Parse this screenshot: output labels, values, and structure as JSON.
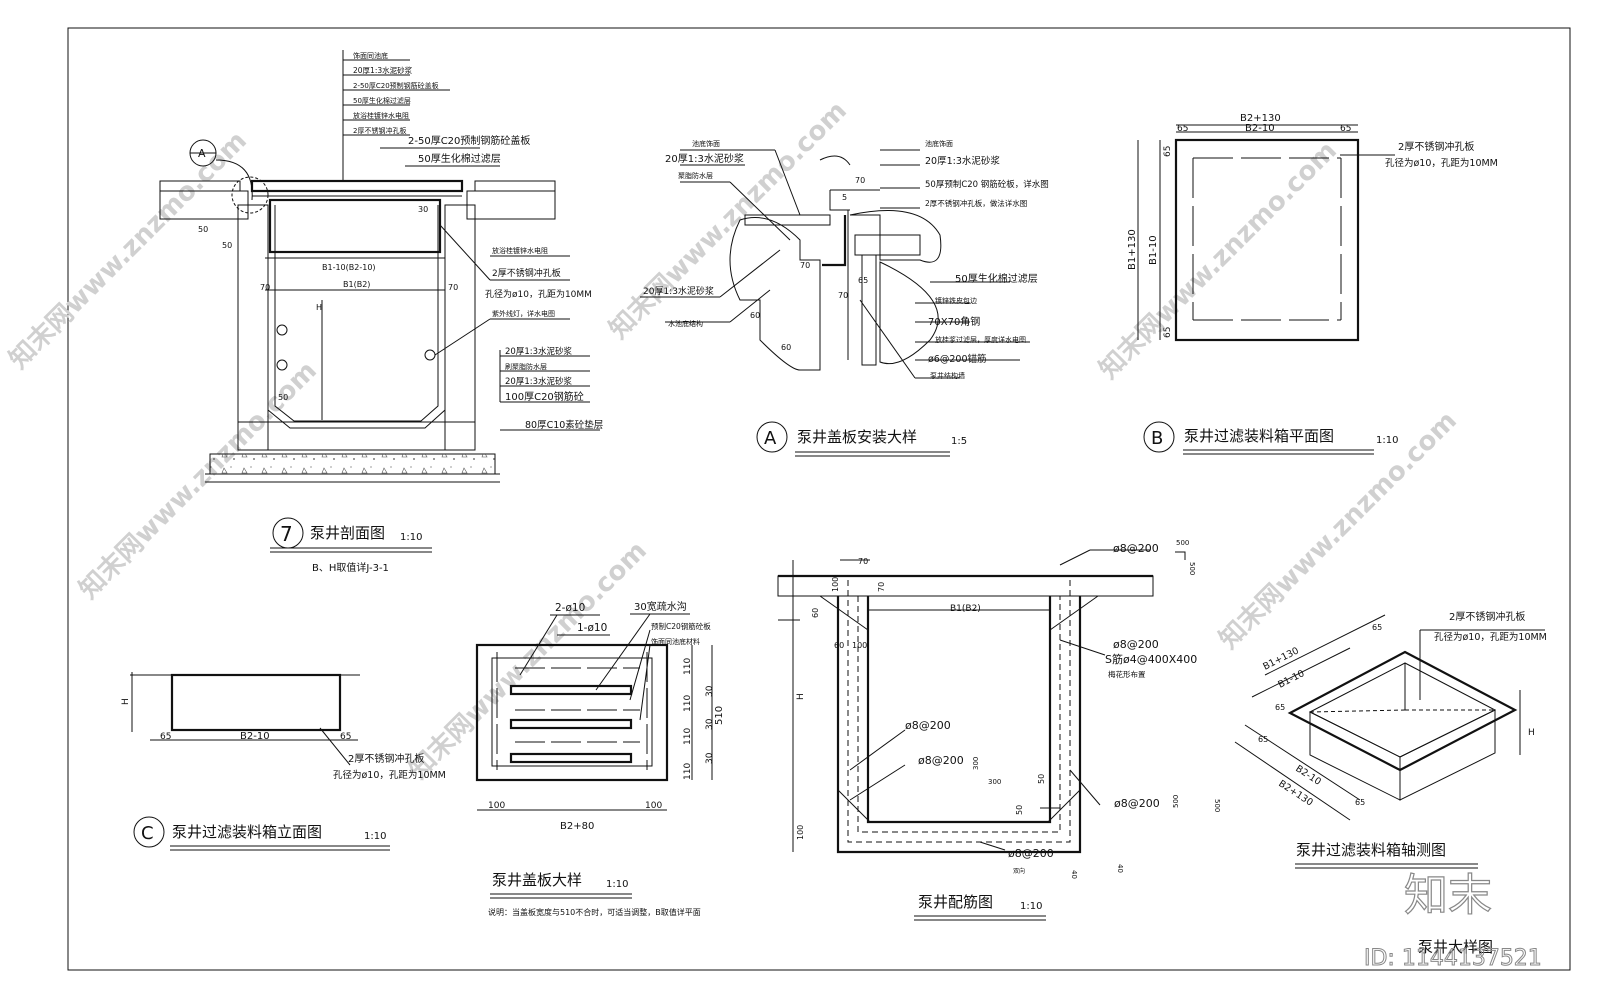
{
  "sheet": {
    "title_stamp": "泵井大样图",
    "id_label": "ID: 1144137521",
    "logo_text": "知末",
    "watermark": "知末网www.znzmo.com"
  },
  "views": {
    "section7": {
      "marker": "7",
      "title": "泵井剖面图",
      "scale": "1:10",
      "note": "B、H取值详J-3-1",
      "detail_ref": "A",
      "layers_top": [
        "饰面同池底",
        "20厚1:3水泥砂浆",
        "2-50厚C20预制钢筋砼盖板",
        "50厚生化棉过滤层",
        "放浴桂镀锌水电阻",
        "2厚不锈钢冲孔板"
      ],
      "labels": {
        "cover": "2-50厚C20预制钢筋砼盖板",
        "filter": "50厚生化棉过滤层",
        "pipe": "放浴桂镀锌水电阻",
        "plate": "2厚不锈钢冲孔板",
        "hole": "孔径为ø10，孔距为10MM",
        "uv": "紫外线灯，详水电图",
        "mortar1": "20厚1:3水泥砂浆",
        "waterproof": "刷聚脂防水层",
        "mortar2": "20厚1:3水泥砂浆",
        "concrete": "100厚C20钢筋砼",
        "base": "80厚C10素砼垫层",
        "b1": "B1-10(B2-10)",
        "b": "B1(B2)",
        "h": "H",
        "d70a": "70",
        "d70b": "70",
        "d50a": "50",
        "d50b": "50",
        "d50c": "50",
        "d30": "30"
      }
    },
    "detailA": {
      "marker": "A",
      "title": "泵井盖板安装大样",
      "scale": "1:5",
      "labels": {
        "finish_l": "池底饰面",
        "mortar_l": "20厚1:3水泥砂浆",
        "wp_l": "聚脂防水层",
        "mortar_l2": "20厚1:3水泥砂浆",
        "struct_l": "水池底结构",
        "finish_r": "池底饰面",
        "mortar_r": "20厚1:3水泥砂浆",
        "cover_r": "50厚预制C20 钢筋砼板，详水图",
        "plate_r": "2厚不锈钢冲孔板，做法详水图",
        "filter_r": "50厚生化棉过滤层",
        "wrap_r": "镀锌铁皮包边",
        "angle_r": "70X70角钢",
        "pipe_r": "放桂浆过滤层，厚度详水电图",
        "anchor_r": "ø6@200锚筋",
        "wall_r": "泵井结构墙",
        "d5": "5",
        "d70": "70",
        "d70b": "70",
        "d65": "65",
        "d60": "60",
        "d60b": "60",
        "d70c": "70"
      }
    },
    "planB": {
      "marker": "B",
      "title": "泵井过滤装料箱平面图",
      "scale": "1:10",
      "labels": {
        "top_outer": "B2+130",
        "top_inner": "B2-10",
        "d65a": "65",
        "d65b": "65",
        "d65c": "65",
        "d65d": "65",
        "side_outer": "B1+130",
        "side_inner": "B1-10",
        "plate": "2厚不锈钢冲孔板",
        "hole": "孔径为ø10，孔距为10MM"
      }
    },
    "elevC": {
      "marker": "C",
      "title": "泵井过滤装料箱立面图",
      "scale": "1:10",
      "labels": {
        "h": "H",
        "d65a": "65",
        "d65b": "65",
        "inner": "B2-10",
        "plate": "2厚不锈钢冲孔板",
        "hole": "孔径为ø10，孔距为10MM"
      }
    },
    "cover": {
      "title": "泵井盖板大样",
      "scale": "1:10",
      "note": "说明：当盖板宽度与510不合时，可适当调整，B取值详平面",
      "labels": {
        "r1": "2-ø10",
        "r2": "1-ø10",
        "slot": "30宽疏水沟",
        "concrete": "预制C20钢筋砼板",
        "finish": "饰面同池底材料",
        "d110a": "110",
        "d30a": "30",
        "d110b": "110",
        "d30b": "30",
        "d110c": "110",
        "d30c": "30",
        "d110d": "110",
        "d510": "510",
        "d100a": "100",
        "d100b": "100",
        "width": "B2+80"
      }
    },
    "rebar": {
      "title": "泵井配筋图",
      "scale": "1:10",
      "labels": {
        "d70a": "70",
        "d100a": "100",
        "d70b": "70",
        "d60a": "60",
        "d60b": "60",
        "d100b": "100",
        "b": "B1(B2)",
        "h": "H",
        "d100c": "100",
        "r1": "ø8@200",
        "r1dim1": "500",
        "r1dim2": "500",
        "r2": "ø8@200",
        "r2b": "S筋ø4@400X400",
        "r2c": "梅花形布置",
        "r3": "ø8@200",
        "r4": "ø8@200",
        "r4dim1": "300",
        "r4dim2": "300",
        "r5": "ø8@200",
        "r5dim1": "500",
        "r5dim2": "500",
        "r6": "ø8@200",
        "r6sub": "双向",
        "r6dim1": "40",
        "r6dim2": "40",
        "d50a": "50",
        "d50b": "50"
      }
    },
    "axo": {
      "title": "泵井过滤装料箱轴测图",
      "labels": {
        "plate": "2厚不锈钢冲孔板",
        "hole": "孔径为ø10，孔距为10MM",
        "b1o": "B1+130",
        "b1i": "B1-10",
        "d65a": "65",
        "d65b": "65",
        "d65c": "65",
        "d65d": "65",
        "h": "H",
        "b2i": "B2-10",
        "b2o": "B2+130"
      }
    }
  }
}
